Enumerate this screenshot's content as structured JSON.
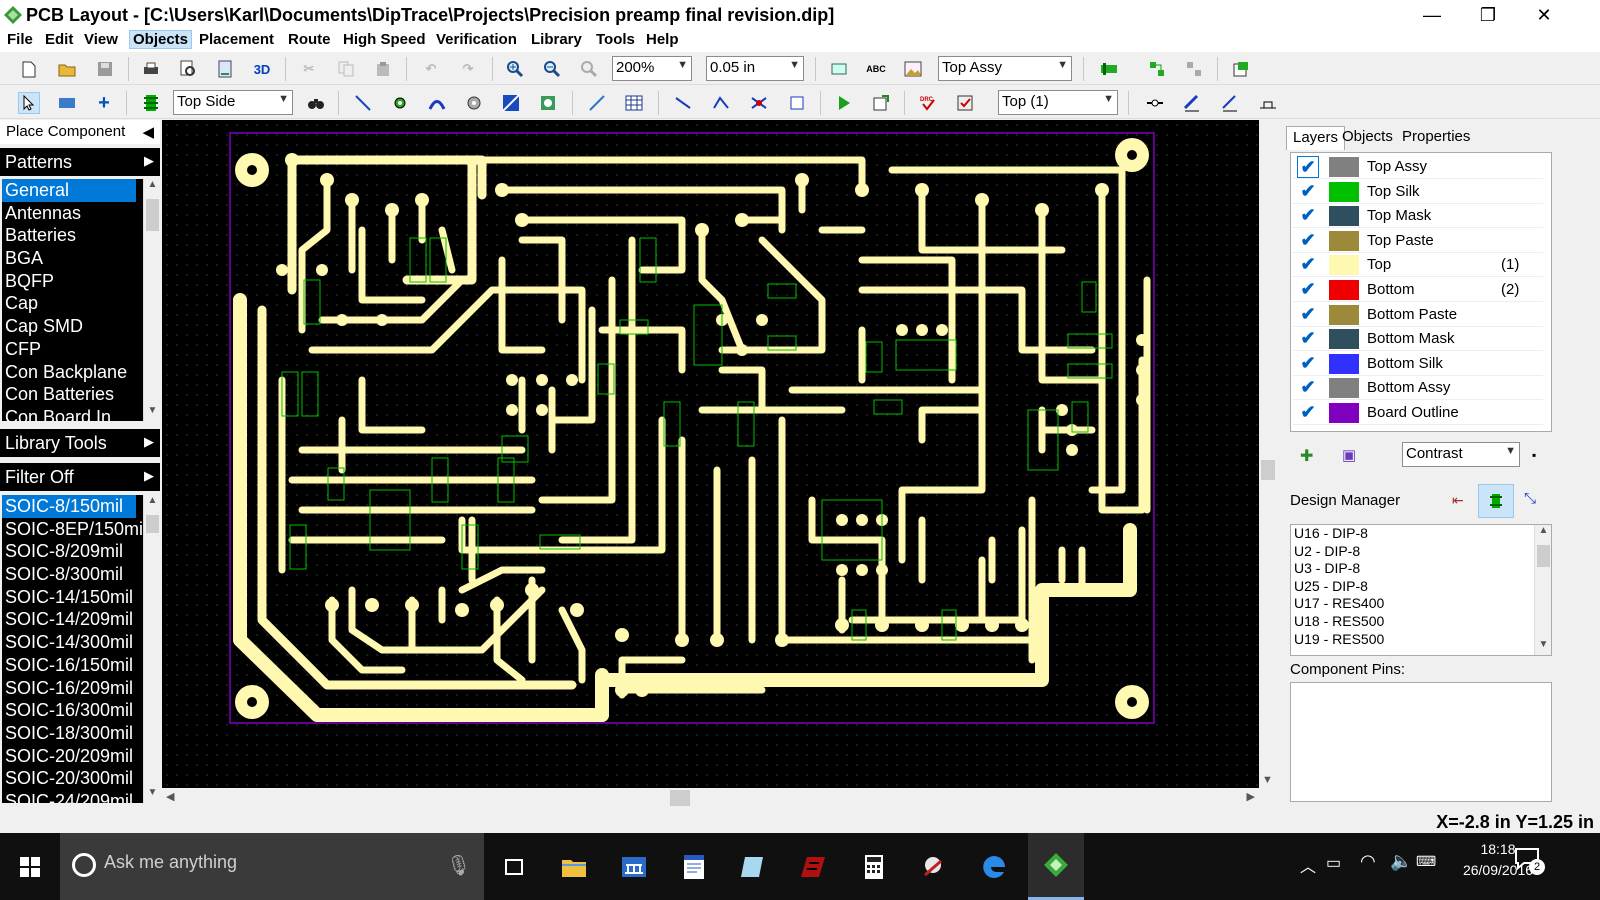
{
  "title": "PCB Layout - [C:\\Users\\Karl\\Documents\\DipTrace\\Projects\\Precision preamp final revision.dip]",
  "window_controls": {
    "minimize": "—",
    "maximize": "❐",
    "close": "✕"
  },
  "menu": [
    "File",
    "Edit",
    "View",
    "Objects",
    "Placement",
    "Route",
    "High Speed",
    "Verification",
    "Library",
    "Tools",
    "Help"
  ],
  "menu_active": "Objects",
  "toolbar": {
    "zoom": "200%",
    "grid": "0.05 in",
    "layer_view": "Top Assy",
    "side": "Top Side",
    "layer": "Top (1)",
    "three_d_label": "3D",
    "abc_label": "ABC"
  },
  "left_panel": {
    "place_component": "Place Component",
    "patterns_header": "Patterns",
    "libraries": [
      "General",
      "Antennas",
      "Batteries",
      "BGA",
      "BQFP",
      "Cap",
      "Cap SMD",
      "CFP",
      "Con Backplane",
      "Con Batteries",
      "Con Board In"
    ],
    "library_tools": "Library Tools",
    "filter": "Filter Off",
    "patterns": [
      "SOIC-8/150mil",
      "SOIC-8EP/150mil",
      "SOIC-8/209mil",
      "SOIC-8/300mil",
      "SOIC-14/150mil",
      "SOIC-14/209mil",
      "SOIC-14/300mil",
      "SOIC-16/150mil",
      "SOIC-16/209mil",
      "SOIC-16/300mil",
      "SOIC-18/300mil",
      "SOIC-20/209mil",
      "SOIC-20/300mil",
      "SOIC-24/209mil"
    ]
  },
  "right_panel": {
    "tabs": [
      "Layers",
      "Objects",
      "Properties"
    ],
    "active_tab": "Layers",
    "layers": [
      {
        "name": "Top Assy",
        "color": "#808080",
        "count": ""
      },
      {
        "name": "Top Silk",
        "color": "#00c000",
        "count": ""
      },
      {
        "name": "Top Mask",
        "color": "#2f4f5f",
        "count": ""
      },
      {
        "name": "Top Paste",
        "color": "#9c8a3a",
        "count": ""
      },
      {
        "name": "Top",
        "color": "#fff8b0",
        "count": "(1)"
      },
      {
        "name": "Bottom",
        "color": "#ee0000",
        "count": "(2)"
      },
      {
        "name": "Bottom Paste",
        "color": "#9c8a3a",
        "count": ""
      },
      {
        "name": "Bottom Mask",
        "color": "#2f4f5f",
        "count": ""
      },
      {
        "name": "Bottom Silk",
        "color": "#3030ff",
        "count": ""
      },
      {
        "name": "Bottom Assy",
        "color": "#808080",
        "count": ""
      },
      {
        "name": "Board Outline",
        "color": "#8000c0",
        "count": ""
      }
    ],
    "contrast": "Contrast",
    "design_manager": "Design Manager",
    "components": [
      "U16 - DIP-8",
      "U2 - DIP-8",
      "U3 - DIP-8",
      "U25 - DIP-8",
      "U17 - RES400",
      "U18 - RES500",
      "U19 - RES500"
    ],
    "component_pins_label": "Component Pins:"
  },
  "status": {
    "coords": "X=-2.8 in   Y=1.25 in"
  },
  "taskbar": {
    "search_placeholder": "Ask me anything",
    "time": "18:18",
    "date": "26/09/2016",
    "notification_count": "2"
  },
  "colors": {
    "canvas": "#000000",
    "copper": "#fff8b0",
    "silk": "#00c000",
    "outline": "#8000c0",
    "selection": "#0078d7"
  }
}
